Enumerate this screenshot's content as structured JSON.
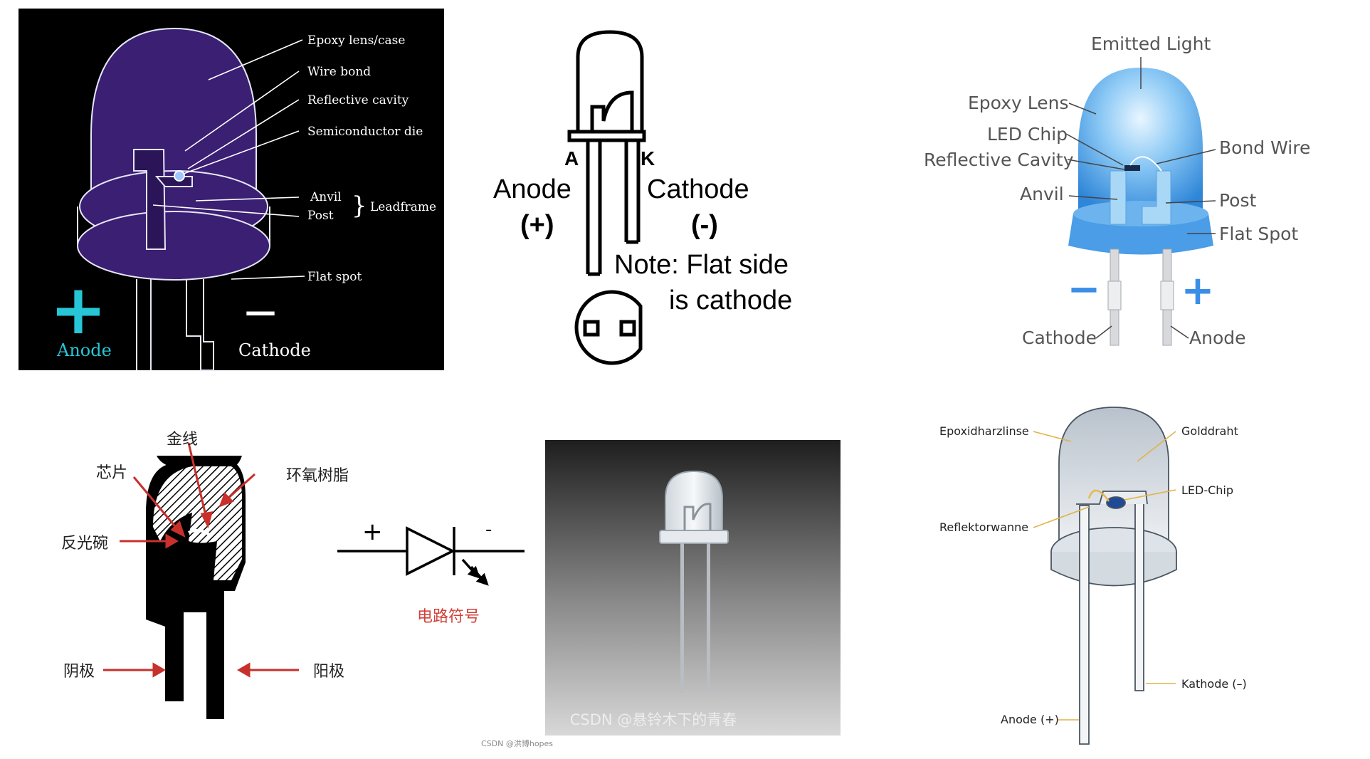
{
  "panel1": {
    "bg": "#000000",
    "accent_plus": "#26c6d6",
    "labels": {
      "epoxy": "Epoxy lens/case",
      "wire_bond": "Wire bond",
      "reflective": "Reflective cavity",
      "semiconductor": "Semiconductor die",
      "anvil": "Anvil",
      "post": "Post",
      "brace": "}",
      "leadframe": "Leadframe",
      "flat_spot": "Flat spot",
      "plus": "+",
      "minus": "—",
      "anode": "Anode",
      "cathode": "Cathode"
    }
  },
  "panel2": {
    "labels": {
      "a": "A",
      "k": "K",
      "anode": "Anode",
      "anode_sign": "(+)",
      "cathode": "Cathode",
      "cathode_sign": "(-)",
      "note_line1": "Note: Flat side",
      "note_line2": "is cathode"
    }
  },
  "panel3": {
    "accent": "#3a8ee6",
    "labels": {
      "emitted": "Emitted Light",
      "epoxy": "Epoxy Lens",
      "chip": "LED Chip",
      "reflective": "Reflective Cavity",
      "anvil": "Anvil",
      "bond_wire": "Bond Wire",
      "post": "Post",
      "flat_spot": "Flat Spot",
      "minus": "−",
      "plus": "+",
      "cathode": "Cathode",
      "anode": "Anode"
    }
  },
  "panel4": {
    "arrow_color": "#c8302c",
    "labels": {
      "gold_wire": "金线",
      "chip": "芯片",
      "epoxy": "环氧树脂",
      "reflector": "反光碗",
      "cathode": "阴极",
      "anode": "阳极"
    }
  },
  "symbol": {
    "plus": "+",
    "minus": "-",
    "caption": "电路符号",
    "caption_color": "#d0423a"
  },
  "photo": {
    "watermark": "CSDN @悬铃木下的青春"
  },
  "panel6": {
    "labels": {
      "epoxy": "Epoxidharzlinse",
      "gold": "Golddraht",
      "chip": "LED-Chip",
      "reflector": "Reflektorwanne",
      "kathode": "Kathode (–)",
      "anode": "Anode (+)"
    }
  },
  "credit": "CSDN @洪博hopes"
}
